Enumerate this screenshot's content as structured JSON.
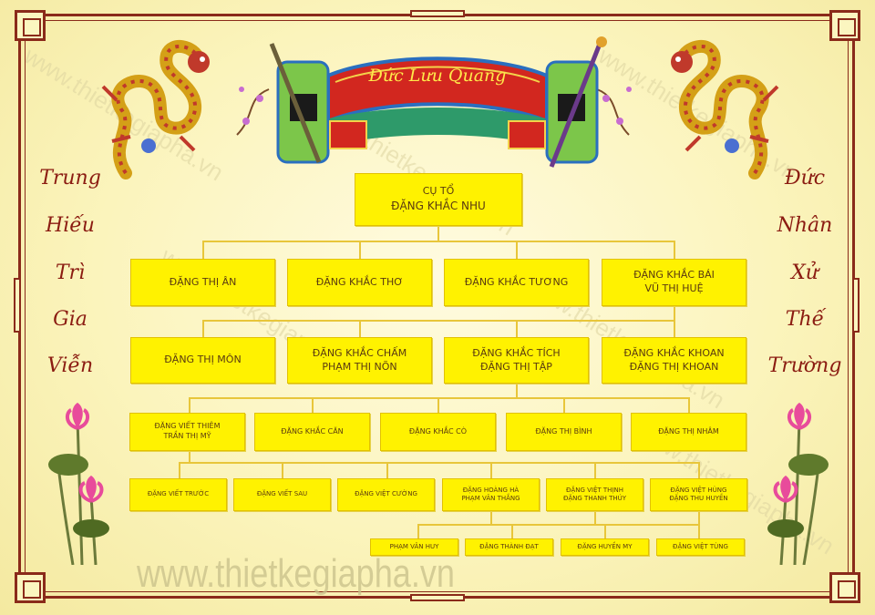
{
  "banner": {
    "title": "Đức Lưu Quang"
  },
  "left_couplet": [
    "Trung",
    "Hiếu",
    "Trì",
    "Gia",
    "Viễn"
  ],
  "right_couplet": [
    "Đức",
    "Nhân",
    "Xử",
    "Thế",
    "Trường"
  ],
  "watermark": "www.thietkegiapha.vn",
  "colors": {
    "box_fill": "#fff200",
    "connector": "#e8c63a",
    "frame": "#8a2a1a",
    "calligraphy": "#8b1c12",
    "background": "#fbf6c0"
  },
  "tree": {
    "root": {
      "line1": "CỤ TỔ",
      "line2": "ĐẶNG KHẮC NHU"
    },
    "gen2": [
      {
        "line1": "ĐẶNG THỊ ÂN",
        "line2": ""
      },
      {
        "line1": "ĐẶNG KHẮC THƠ",
        "line2": ""
      },
      {
        "line1": "ĐẶNG KHẮC TƯƠNG",
        "line2": ""
      },
      {
        "line1": "ĐẶNG KHẮC BÁI",
        "line2": "VŨ THỊ HUỆ"
      }
    ],
    "gen3": [
      {
        "line1": "ĐẶNG THỊ MÔN",
        "line2": ""
      },
      {
        "line1": "ĐẶNG KHẮC CHẤM",
        "line2": "PHẠM THỊ NÕN"
      },
      {
        "line1": "ĐẶNG KHẮC TÍCH",
        "line2": "ĐẶNG THỊ TẬP"
      },
      {
        "line1": "ĐẶNG KHẮC KHOAN",
        "line2": "ĐẶNG THỊ KHOAN"
      }
    ],
    "gen4": [
      {
        "line1": "ĐẶNG VIẾT THIÊM",
        "line2": "TRẦN THỊ MỸ"
      },
      {
        "line1": "ĐẶNG KHẮC CĂN",
        "line2": ""
      },
      {
        "line1": "ĐẶNG KHẮC CÒ",
        "line2": ""
      },
      {
        "line1": "ĐẶNG THỊ BÌNH",
        "line2": ""
      },
      {
        "line1": "ĐẶNG THỊ NHÂM",
        "line2": ""
      }
    ],
    "gen5": [
      {
        "line1": "ĐẶNG VIẾT TRƯỚC",
        "line2": ""
      },
      {
        "line1": "ĐẶNG VIẾT SAU",
        "line2": ""
      },
      {
        "line1": "ĐẶNG VIỆT CƯỜNG",
        "line2": ""
      },
      {
        "line1": "ĐẶNG HOÀNG HÀ",
        "line2": "PHẠM VÂN THẮNG"
      },
      {
        "line1": "ĐẶNG VIỆT THỊNH",
        "line2": "ĐẶNG THANH THÚY"
      },
      {
        "line1": "ĐẶNG VIỆT HÙNG",
        "line2": "ĐẶNG THU HUYỀN"
      }
    ],
    "gen6": [
      {
        "line1": "PHẠM VÂN HUY"
      },
      {
        "line1": "ĐẶNG THÀNH ĐẠT"
      },
      {
        "line1": "ĐẶNG HUYỀN MY"
      },
      {
        "line1": "ĐẶNG VIỆT TÙNG"
      }
    ]
  }
}
